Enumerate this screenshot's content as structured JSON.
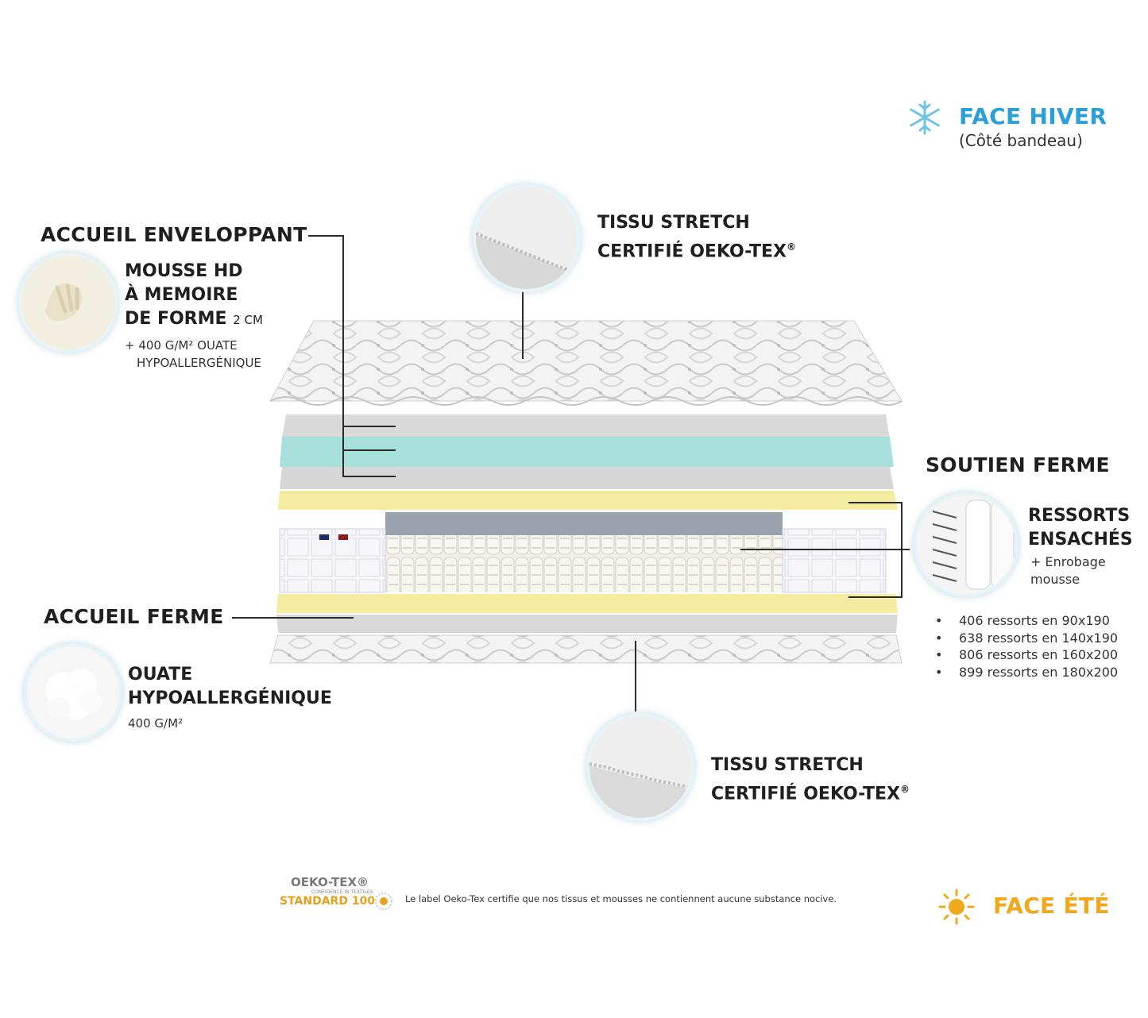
{
  "colors": {
    "winter": "#2a9fd8",
    "summer": "#f0a81c",
    "memory_foam": "#a7e0da",
    "yellow_foam": "#f6eca0",
    "grey_foam": "#d9d9d9"
  },
  "winter": {
    "icon": "snowflake-icon",
    "title": "FACE HIVER",
    "subtitle": "(Côté bandeau)"
  },
  "summer": {
    "icon": "sun-icon",
    "title": "FACE ÉTÉ"
  },
  "top_fabric": {
    "line1": "TISSU STRETCH",
    "line2": "CERTIFIÉ OEKO-TEX",
    "mark": "®"
  },
  "bottom_fabric": {
    "line1": "TISSU STRETCH",
    "line2": "CERTIFIÉ OEKO-TEX",
    "mark": "®"
  },
  "accueil_enveloppant": {
    "title": "ACCUEIL ENVELOPPANT",
    "line1": "MOUSSE HD",
    "line2": "À MEMOIRE",
    "line3": "DE FORME",
    "thickness": "2 CM",
    "extra1": "+ 400 G/M² OUATE",
    "extra2": "HYPOALLERGÉNIQUE"
  },
  "accueil_ferme": {
    "title": "ACCUEIL FERME",
    "line1": "OUATE",
    "line2": "HYPOALLERGÉNIQUE",
    "weight": "400 G/M²"
  },
  "soutien_ferme": {
    "title": "SOUTIEN FERME",
    "line1": "RESSORTS",
    "line2": "ENSACHÉS",
    "extra1": "+ Enrobage",
    "extra2": "mousse",
    "springs": [
      "406 ressorts en 90x190",
      "638 ressorts en 140x190",
      "806 ressorts en 160x200",
      "899 ressorts en 180x200"
    ]
  },
  "oekotex": {
    "logo_line1": "OEKO-TEX®",
    "logo_line2": "CONFIDENCE IN TEXTILES",
    "logo_line3": "STANDARD 100",
    "note": "Le label Oeko-Tex certifie que nos tissus et mousses ne contiennent aucune substance nocive."
  }
}
